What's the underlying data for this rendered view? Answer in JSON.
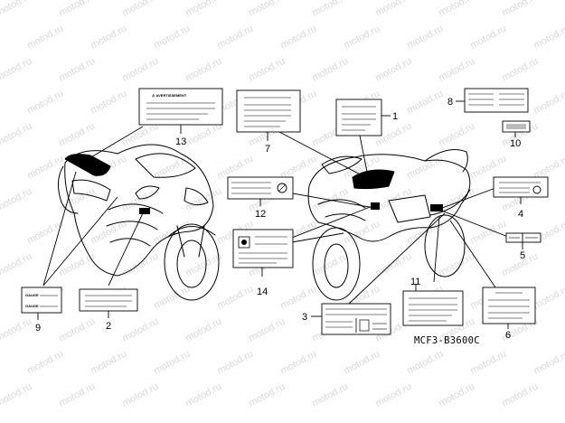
{
  "watermark": "motod.ru",
  "part_code": "MCF3-B3600C",
  "callouts": [
    "1",
    "2",
    "3",
    "4",
    "5",
    "6",
    "7",
    "8",
    "9",
    "10",
    "11",
    "12",
    "13",
    "14"
  ],
  "label_texts": {
    "warning_header": "⚠ AVERTISSEMENT",
    "label9_line1": "GAUGE",
    "label9_line2": "GAUGE"
  }
}
